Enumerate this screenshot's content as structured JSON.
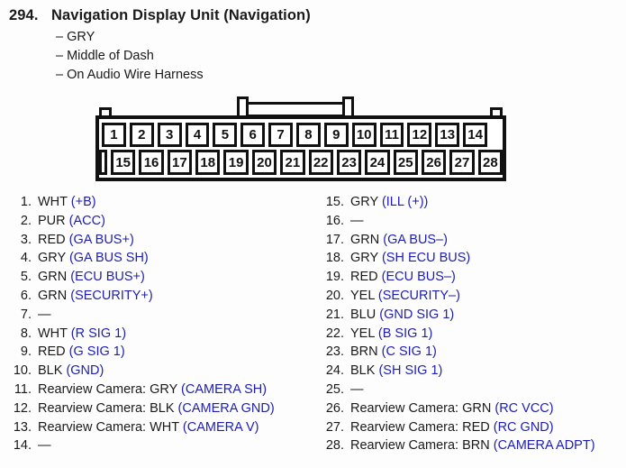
{
  "title": {
    "number": "294.",
    "text": "Navigation Display Unit (Navigation)"
  },
  "details": [
    "– GRY",
    "– Middle of Dash",
    "– On Audio Wire Harness"
  ],
  "connector": {
    "top_pins": [
      "1",
      "2",
      "3",
      "4",
      "5",
      "6",
      "7",
      "8",
      "9",
      "10",
      "11",
      "12",
      "13",
      "14"
    ],
    "bottom_pins": [
      "15",
      "16",
      "17",
      "18",
      "19",
      "20",
      "21",
      "22",
      "23",
      "24",
      "25",
      "26",
      "27",
      "28"
    ]
  },
  "pins": {
    "left": [
      {
        "num": "1.",
        "wire": "WHT",
        "signal": "(+B)"
      },
      {
        "num": "2.",
        "wire": "PUR",
        "signal": "(ACC)"
      },
      {
        "num": "3.",
        "wire": "RED",
        "signal": "(GA BUS+)"
      },
      {
        "num": "4.",
        "wire": "GRY",
        "signal": "(GA BUS SH)"
      },
      {
        "num": "5.",
        "wire": "GRN",
        "signal": "(ECU BUS+)"
      },
      {
        "num": "6.",
        "wire": "GRN",
        "signal": "(SECURITY+)"
      },
      {
        "num": "7.",
        "wire": "—",
        "signal": ""
      },
      {
        "num": "8.",
        "wire": "WHT",
        "signal": "(R SIG 1)"
      },
      {
        "num": "9.",
        "wire": "RED",
        "signal": "(G SIG 1)"
      },
      {
        "num": "10.",
        "wire": "BLK",
        "signal": "(GND)"
      },
      {
        "num": "11.",
        "wire": "Rearview Camera: GRY",
        "signal": "(CAMERA SH)"
      },
      {
        "num": "12.",
        "wire": "Rearview Camera: BLK",
        "signal": "(CAMERA GND)"
      },
      {
        "num": "13.",
        "wire": "Rearview Camera: WHT",
        "signal": "(CAMERA V)"
      },
      {
        "num": "14.",
        "wire": "—",
        "signal": ""
      }
    ],
    "right": [
      {
        "num": "15.",
        "wire": "GRY",
        "signal": "(ILL (+))"
      },
      {
        "num": "16.",
        "wire": "—",
        "signal": ""
      },
      {
        "num": "17.",
        "wire": "GRN",
        "signal": "(GA BUS–)"
      },
      {
        "num": "18.",
        "wire": "GRY",
        "signal": "(SH ECU BUS)"
      },
      {
        "num": "19.",
        "wire": "RED",
        "signal": "(ECU BUS–)"
      },
      {
        "num": "20.",
        "wire": "YEL",
        "signal": "(SECURITY–)"
      },
      {
        "num": "21.",
        "wire": "BLU",
        "signal": "(GND SIG 1)"
      },
      {
        "num": "22.",
        "wire": "YEL",
        "signal": "(B SIG 1)"
      },
      {
        "num": "23.",
        "wire": "BRN",
        "signal": "(C SIG 1)"
      },
      {
        "num": "24.",
        "wire": "BLK",
        "signal": "(SH SIG 1)"
      },
      {
        "num": "25.",
        "wire": "—",
        "signal": ""
      },
      {
        "num": "26.",
        "wire": "Rearview Camera: GRN",
        "signal": "(RC VCC)"
      },
      {
        "num": "27.",
        "wire": "Rearview Camera: RED",
        "signal": "(RC GND)"
      },
      {
        "num": "28.",
        "wire": "Rearview Camera: BRN",
        "signal": "(CAMERA ADPT)"
      }
    ]
  },
  "colors": {
    "signal_blue": "#1e1eb4",
    "text_black": "#1a1a1a"
  }
}
